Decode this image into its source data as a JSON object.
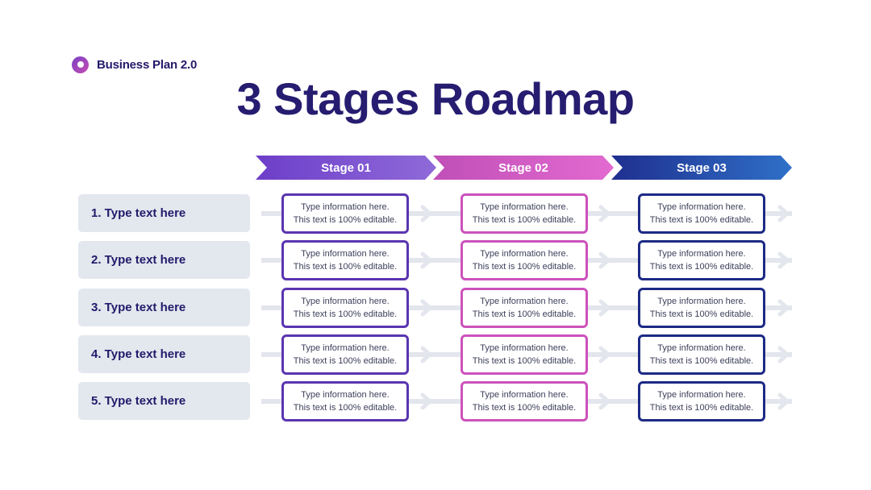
{
  "brand": {
    "name": "Business Plan 2.0"
  },
  "title": "3 Stages Roadmap",
  "stages": [
    {
      "label": "Stage 01",
      "color_from": "#6d3ec9",
      "color_to": "#8f6ad8",
      "border": "#5b35b0"
    },
    {
      "label": "Stage 02",
      "color_from": "#c04fb8",
      "color_to": "#e26ad0",
      "border": "#cc52bc"
    },
    {
      "label": "Stage 03",
      "color_from": "#1f2f8f",
      "color_to": "#2f70c8",
      "border": "#1d2a85"
    }
  ],
  "rows": [
    {
      "label": "1. Type text here"
    },
    {
      "label": "2. Type text here"
    },
    {
      "label": "3. Type text here"
    },
    {
      "label": "4. Type text here"
    },
    {
      "label": "5. Type text here"
    }
  ],
  "cell": {
    "line1": "Type information here.",
    "line2": "This text is 100% editable."
  }
}
